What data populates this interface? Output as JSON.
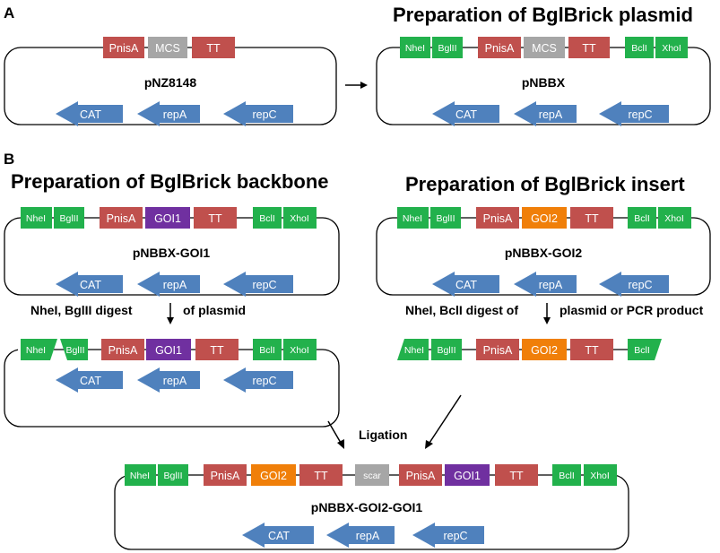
{
  "panels": {
    "a": "A",
    "b": "B"
  },
  "titles": {
    "prep_plasmid": "Preparation of BglBrick plasmid",
    "prep_backbone": "Preparation of BglBrick backbone",
    "prep_insert": "Preparation of BglBrick insert"
  },
  "steps": {
    "digest_backbone_1": "NheI, BglII digest",
    "digest_backbone_2": "of plasmid",
    "digest_insert_1": "NheI, BclI digest of",
    "digest_insert_2": "plasmid or PCR product",
    "ligation": "Ligation"
  },
  "plasmid_names": {
    "pnz8148": "pNZ8148",
    "pnbbx": "pNBBX",
    "pnbbx_goi1": "pNBBX-GOI1",
    "pnbbx_goi2": "pNBBX-GOI2",
    "pnbbx_goi2_goi1": "pNBBX-GOI2-GOI1"
  },
  "parts": {
    "pnisa": "PnisA",
    "mcs": "MCS",
    "tt": "TT",
    "nhei": "NheI",
    "bglii": "BglII",
    "bcli": "BclI",
    "xhoi": "XhoI",
    "goi1": "GOI1",
    "goi2": "GOI2",
    "scar": "scar",
    "nhei_cut": "NheI",
    "bglii_cut": "BglII"
  },
  "genes": {
    "cat": "CAT",
    "repa": "repA",
    "repc": "repC"
  },
  "colors": {
    "site": "#22b14c",
    "promoter": "#c0504d",
    "terminator": "#c0504d",
    "mcs": "#a6a6a6",
    "scar": "#a6a6a6",
    "goi1": "#7030a0",
    "goi2": "#f07f09",
    "gene_arrow": "#4f81bd"
  }
}
